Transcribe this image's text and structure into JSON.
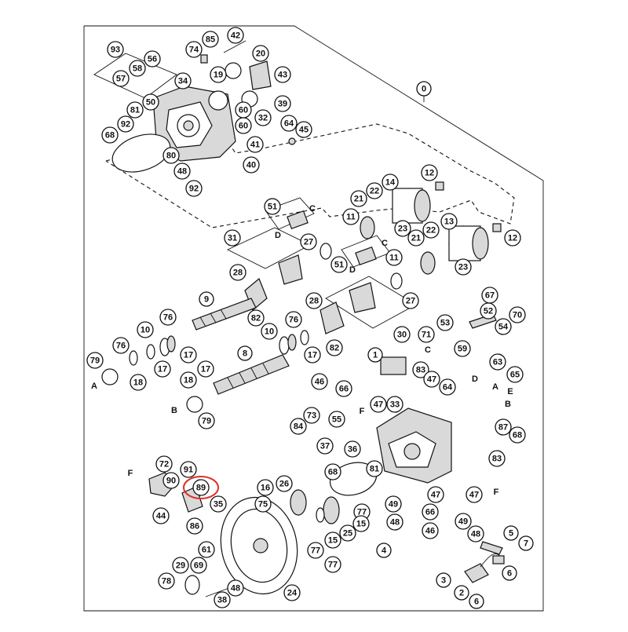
{
  "diagram": {
    "highlight_color": "#e0302a",
    "callouts": [
      {
        "id": "c0",
        "t": "0"
      },
      {
        "id": "c93",
        "t": "93"
      },
      {
        "id": "c58",
        "t": "58"
      },
      {
        "id": "c56",
        "t": "56"
      },
      {
        "id": "c57",
        "t": "57"
      },
      {
        "id": "c74",
        "t": "74"
      },
      {
        "id": "c85",
        "t": "85"
      },
      {
        "id": "c42",
        "t": "42"
      },
      {
        "id": "c20",
        "t": "20"
      },
      {
        "id": "c43",
        "t": "43"
      },
      {
        "id": "c34",
        "t": "34"
      },
      {
        "id": "c19",
        "t": "19"
      },
      {
        "id": "c81a",
        "t": "81"
      },
      {
        "id": "c50",
        "t": "50"
      },
      {
        "id": "c39",
        "t": "39"
      },
      {
        "id": "c60a",
        "t": "60"
      },
      {
        "id": "c92a",
        "t": "92"
      },
      {
        "id": "c68a",
        "t": "68"
      },
      {
        "id": "c32",
        "t": "32"
      },
      {
        "id": "c64a",
        "t": "64"
      },
      {
        "id": "c45",
        "t": "45"
      },
      {
        "id": "c60b",
        "t": "60"
      },
      {
        "id": "c41",
        "t": "41"
      },
      {
        "id": "c80",
        "t": "80"
      },
      {
        "id": "c40",
        "t": "40"
      },
      {
        "id": "c48a",
        "t": "48"
      },
      {
        "id": "c92b",
        "t": "92"
      },
      {
        "id": "c12a",
        "t": "12"
      },
      {
        "id": "c14",
        "t": "14"
      },
      {
        "id": "c22a",
        "t": "22"
      },
      {
        "id": "c21a",
        "t": "21"
      },
      {
        "id": "c11a",
        "t": "11"
      },
      {
        "id": "c23a",
        "t": "23"
      },
      {
        "id": "c13",
        "t": "13"
      },
      {
        "id": "c22b",
        "t": "22"
      },
      {
        "id": "c21b",
        "t": "21"
      },
      {
        "id": "c12b",
        "t": "12"
      },
      {
        "id": "c23b",
        "t": "23"
      },
      {
        "id": "c51a",
        "t": "51"
      },
      {
        "id": "c31",
        "t": "31"
      },
      {
        "id": "c27a",
        "t": "27"
      },
      {
        "id": "c51b",
        "t": "51"
      },
      {
        "id": "c11b",
        "t": "11"
      },
      {
        "id": "c28a",
        "t": "28"
      },
      {
        "id": "c27b",
        "t": "27"
      },
      {
        "id": "c9",
        "t": "9"
      },
      {
        "id": "c82a",
        "t": "82"
      },
      {
        "id": "c28b",
        "t": "28"
      },
      {
        "id": "c52",
        "t": "52"
      },
      {
        "id": "c67",
        "t": "67"
      },
      {
        "id": "c54",
        "t": "54"
      },
      {
        "id": "c70",
        "t": "70"
      },
      {
        "id": "c76a",
        "t": "76"
      },
      {
        "id": "c10a",
        "t": "10"
      },
      {
        "id": "c53",
        "t": "53"
      },
      {
        "id": "c71",
        "t": "71"
      },
      {
        "id": "c30",
        "t": "30"
      },
      {
        "id": "c59",
        "t": "59"
      },
      {
        "id": "c17a",
        "t": "17"
      },
      {
        "id": "c17b",
        "t": "17"
      },
      {
        "id": "c76b",
        "t": "76"
      },
      {
        "id": "c10b",
        "t": "10"
      },
      {
        "id": "c76c",
        "t": "76"
      },
      {
        "id": "c82b",
        "t": "82"
      },
      {
        "id": "c8",
        "t": "8"
      },
      {
        "id": "c17c",
        "t": "17"
      },
      {
        "id": "c79a",
        "t": "79"
      },
      {
        "id": "c17d",
        "t": "17"
      },
      {
        "id": "c18a",
        "t": "18"
      },
      {
        "id": "c1",
        "t": "1"
      },
      {
        "id": "c63",
        "t": "63"
      },
      {
        "id": "c65",
        "t": "65"
      },
      {
        "id": "c83a",
        "t": "83"
      },
      {
        "id": "c47a",
        "t": "47"
      },
      {
        "id": "c64b",
        "t": "64"
      },
      {
        "id": "c46a",
        "t": "46"
      },
      {
        "id": "c66a",
        "t": "66"
      },
      {
        "id": "c18b",
        "t": "18"
      },
      {
        "id": "c79b",
        "t": "79"
      },
      {
        "id": "c73",
        "t": "73"
      },
      {
        "id": "c47b",
        "t": "47"
      },
      {
        "id": "c33",
        "t": "33"
      },
      {
        "id": "c84",
        "t": "84"
      },
      {
        "id": "c55",
        "t": "55"
      },
      {
        "id": "c37",
        "t": "37"
      },
      {
        "id": "c87",
        "t": "87"
      },
      {
        "id": "c68b",
        "t": "68"
      },
      {
        "id": "c36",
        "t": "36"
      },
      {
        "id": "c83b",
        "t": "83"
      },
      {
        "id": "c72",
        "t": "72"
      },
      {
        "id": "c91",
        "t": "91"
      },
      {
        "id": "c68c",
        "t": "68"
      },
      {
        "id": "c81b",
        "t": "81"
      },
      {
        "id": "c90",
        "t": "90"
      },
      {
        "id": "c89",
        "t": "89"
      },
      {
        "id": "c16",
        "t": "16"
      },
      {
        "id": "c26",
        "t": "26"
      },
      {
        "id": "c35",
        "t": "35"
      },
      {
        "id": "c75",
        "t": "75"
      },
      {
        "id": "c49a",
        "t": "49"
      },
      {
        "id": "c47c",
        "t": "47"
      },
      {
        "id": "c47d",
        "t": "47"
      },
      {
        "id": "c44",
        "t": "44"
      },
      {
        "id": "c86",
        "t": "86"
      },
      {
        "id": "c77a",
        "t": "77"
      },
      {
        "id": "c15a",
        "t": "15"
      },
      {
        "id": "c66b",
        "t": "66"
      },
      {
        "id": "c77b",
        "t": "77"
      },
      {
        "id": "c48b",
        "t": "48"
      },
      {
        "id": "c49b",
        "t": "49"
      },
      {
        "id": "c25",
        "t": "25"
      },
      {
        "id": "c46b",
        "t": "46"
      },
      {
        "id": "c48c",
        "t": "48"
      },
      {
        "id": "c5",
        "t": "5"
      },
      {
        "id": "c7",
        "t": "7"
      },
      {
        "id": "c15b",
        "t": "15"
      },
      {
        "id": "c61",
        "t": "61"
      },
      {
        "id": "c77c",
        "t": "77"
      },
      {
        "id": "c4",
        "t": "4"
      },
      {
        "id": "c29",
        "t": "29"
      },
      {
        "id": "c69",
        "t": "69"
      },
      {
        "id": "c6a",
        "t": "6"
      },
      {
        "id": "c78",
        "t": "78"
      },
      {
        "id": "c48d",
        "t": "48"
      },
      {
        "id": "c24",
        "t": "24"
      },
      {
        "id": "c3",
        "t": "3"
      },
      {
        "id": "c2",
        "t": "2"
      },
      {
        "id": "c38",
        "t": "38"
      },
      {
        "id": "c6b",
        "t": "6"
      }
    ],
    "letters": [
      {
        "id": "lC1",
        "t": "C"
      },
      {
        "id": "lD1",
        "t": "D"
      },
      {
        "id": "lC2",
        "t": "C"
      },
      {
        "id": "lD2",
        "t": "D"
      },
      {
        "id": "lA1",
        "t": "A"
      },
      {
        "id": "lC3",
        "t": "C"
      },
      {
        "id": "lB1",
        "t": "B"
      },
      {
        "id": "lD3",
        "t": "D"
      },
      {
        "id": "lA2",
        "t": "A"
      },
      {
        "id": "lE",
        "t": "E"
      },
      {
        "id": "lB2",
        "t": "B"
      },
      {
        "id": "lF1",
        "t": "F"
      },
      {
        "id": "lF2",
        "t": "F"
      },
      {
        "id": "lF3",
        "t": "F"
      }
    ]
  }
}
